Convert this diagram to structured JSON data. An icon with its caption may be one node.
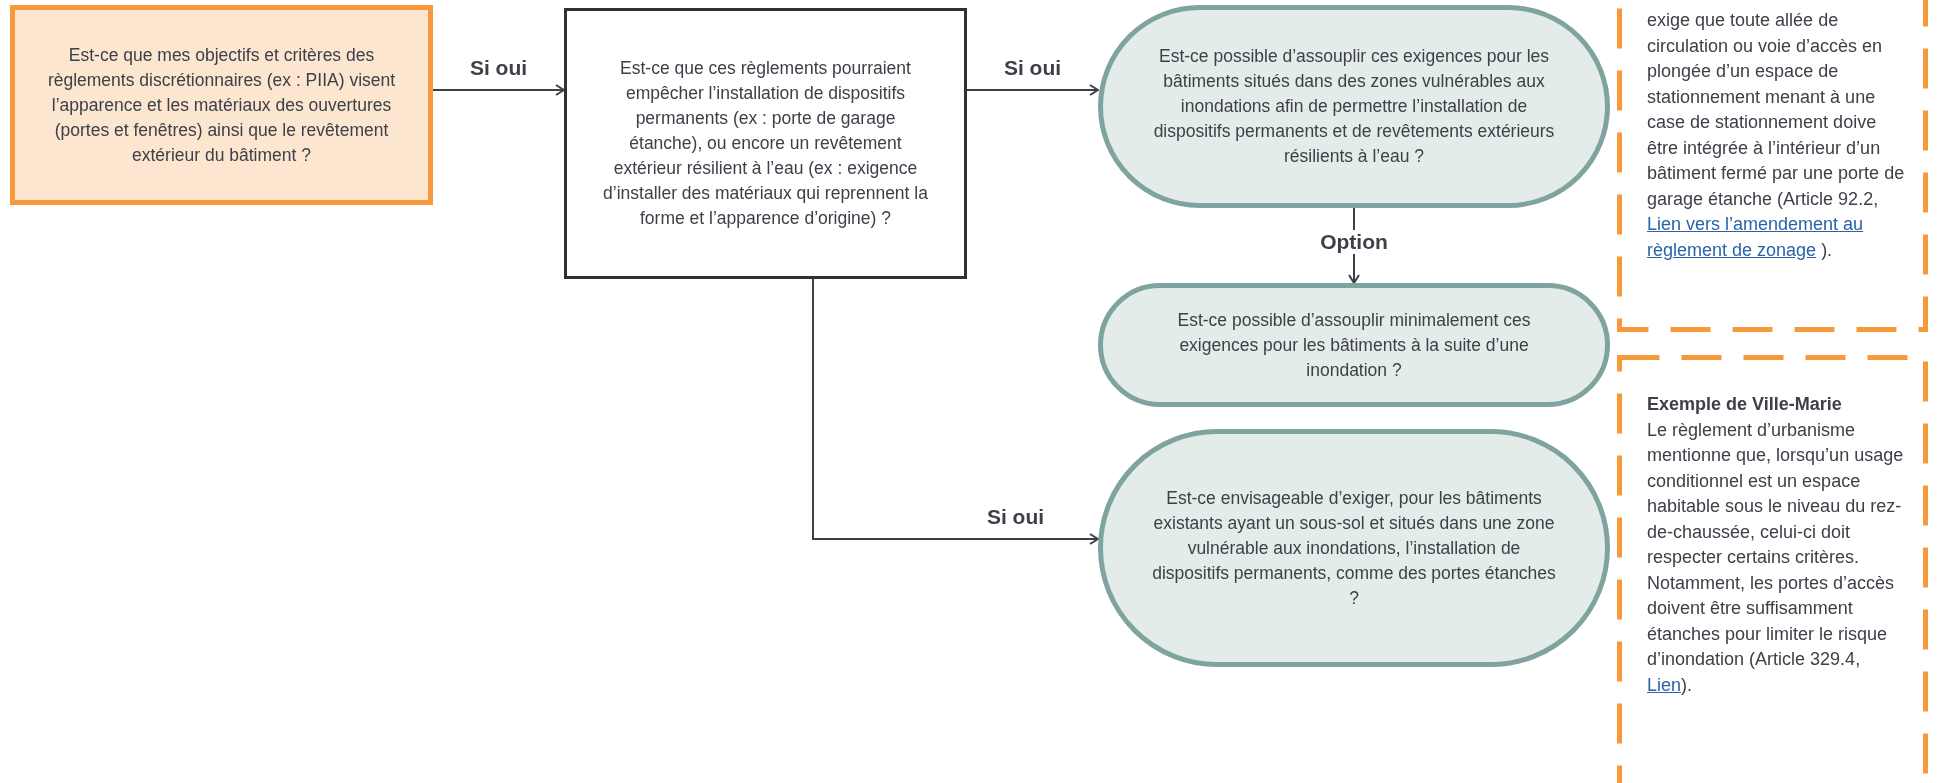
{
  "diagram": {
    "nodes": [
      {
        "text": [
          "Est-ce que mes objectifs et critères des règlements discrétionnaires (ex : PIIA) visent l’apparence et les matériaux des ouvertures (portes et fenêtres) ainsi que le revêtement extérieur du bâtiment ?"
        ]
      },
      {
        "text": [
          "Est-ce que ces règlements pourraient empêcher l’installation de dispositifs permanents (ex : porte de garage étanche), ou encore un revêtement extérieur résilient à l’eau (ex : exigence d’installer des matériaux qui reprennent la forme et l’apparence d’origine) ?"
        ]
      },
      {
        "text": [
          "Est-ce possible d’assouplir ces exigences pour les bâtiments situés dans des zones vulnérables aux inondations afin de permettre l’installation de dispositifs permanents et de revêtements extérieurs résilients à l’eau ?"
        ]
      },
      {
        "text": [
          "Est-ce possible d’assouplir minimalement ces exigences pour les bâtiments à la suite d’une inondation ?"
        ]
      },
      {
        "text": [
          "Est-ce envisageable d’exiger, pour les bâtiments existants ayant un sous-sol et situés dans une zone vulnérable aux inondations, l’installation de dispositifs permanents, comme des portes étanches ?"
        ]
      },
      {
        "text": [
          "exige que toute allée de circulation ou voie d’accès en plongée d’un espace de stationnement menant à une case de stationnement doive être intégrée à l’intérieur d’un bâtiment fermé par une porte de garage étanche (Article 92.2, ",
          "Lien vers l’amendement au règlement de zonage",
          " )."
        ]
      },
      {
        "text": [
          "Exemple de Ville-Marie",
          "Le règlement d’urbanisme mentionne que, lorsqu’un usage conditionnel est un espace habitable sous le niveau du rez-de-chaussée, celui-ci doit respecter certains critères. Notamment, les portes d’accès doivent être suffisamment étanches pour limiter le risque d’inondation (Article 329.4, ",
          "Lien",
          ")."
        ]
      }
    ],
    "edges": [
      {
        "from": 0,
        "to": 1,
        "arrow": "to",
        "label": "Si oui"
      },
      {
        "from": 1,
        "to": 2,
        "arrow": "to",
        "label": "Si oui"
      },
      {
        "from": 2,
        "to": 3,
        "arrow": "to",
        "label": "Option"
      },
      {
        "from": 1,
        "to": 4,
        "arrow": "to",
        "label": "Si oui"
      }
    ]
  }
}
